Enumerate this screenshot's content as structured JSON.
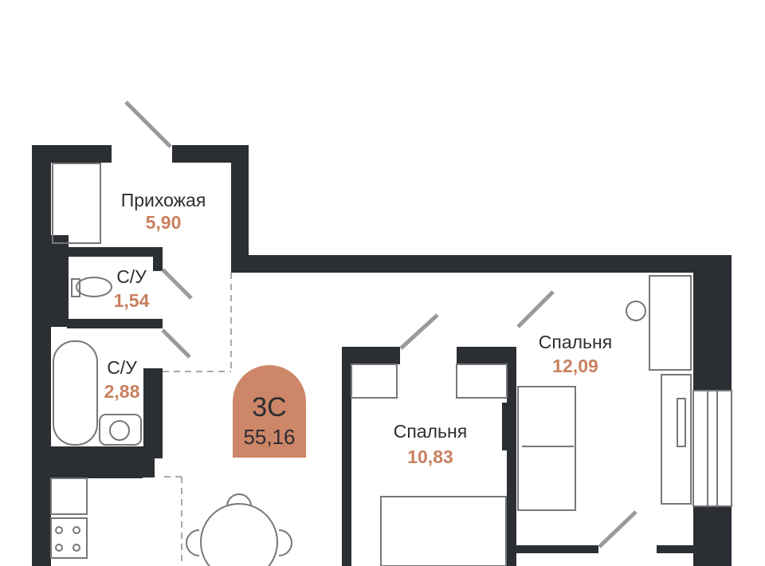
{
  "apartment": {
    "type": "3С",
    "total_area": "55,16"
  },
  "rooms": [
    {
      "name": "Прихожая",
      "area": "5,90"
    },
    {
      "name": "С/У",
      "area": "1,54"
    },
    {
      "name": "С/У",
      "area": "2,88"
    },
    {
      "name": "Спальня",
      "area": "10,83"
    },
    {
      "name": "Спальня",
      "area": "12,09"
    }
  ],
  "colors": {
    "wall": "#2b2e33",
    "accent": "#cd8667",
    "area_text": "#c8815f",
    "door": "#9a9a9a"
  }
}
